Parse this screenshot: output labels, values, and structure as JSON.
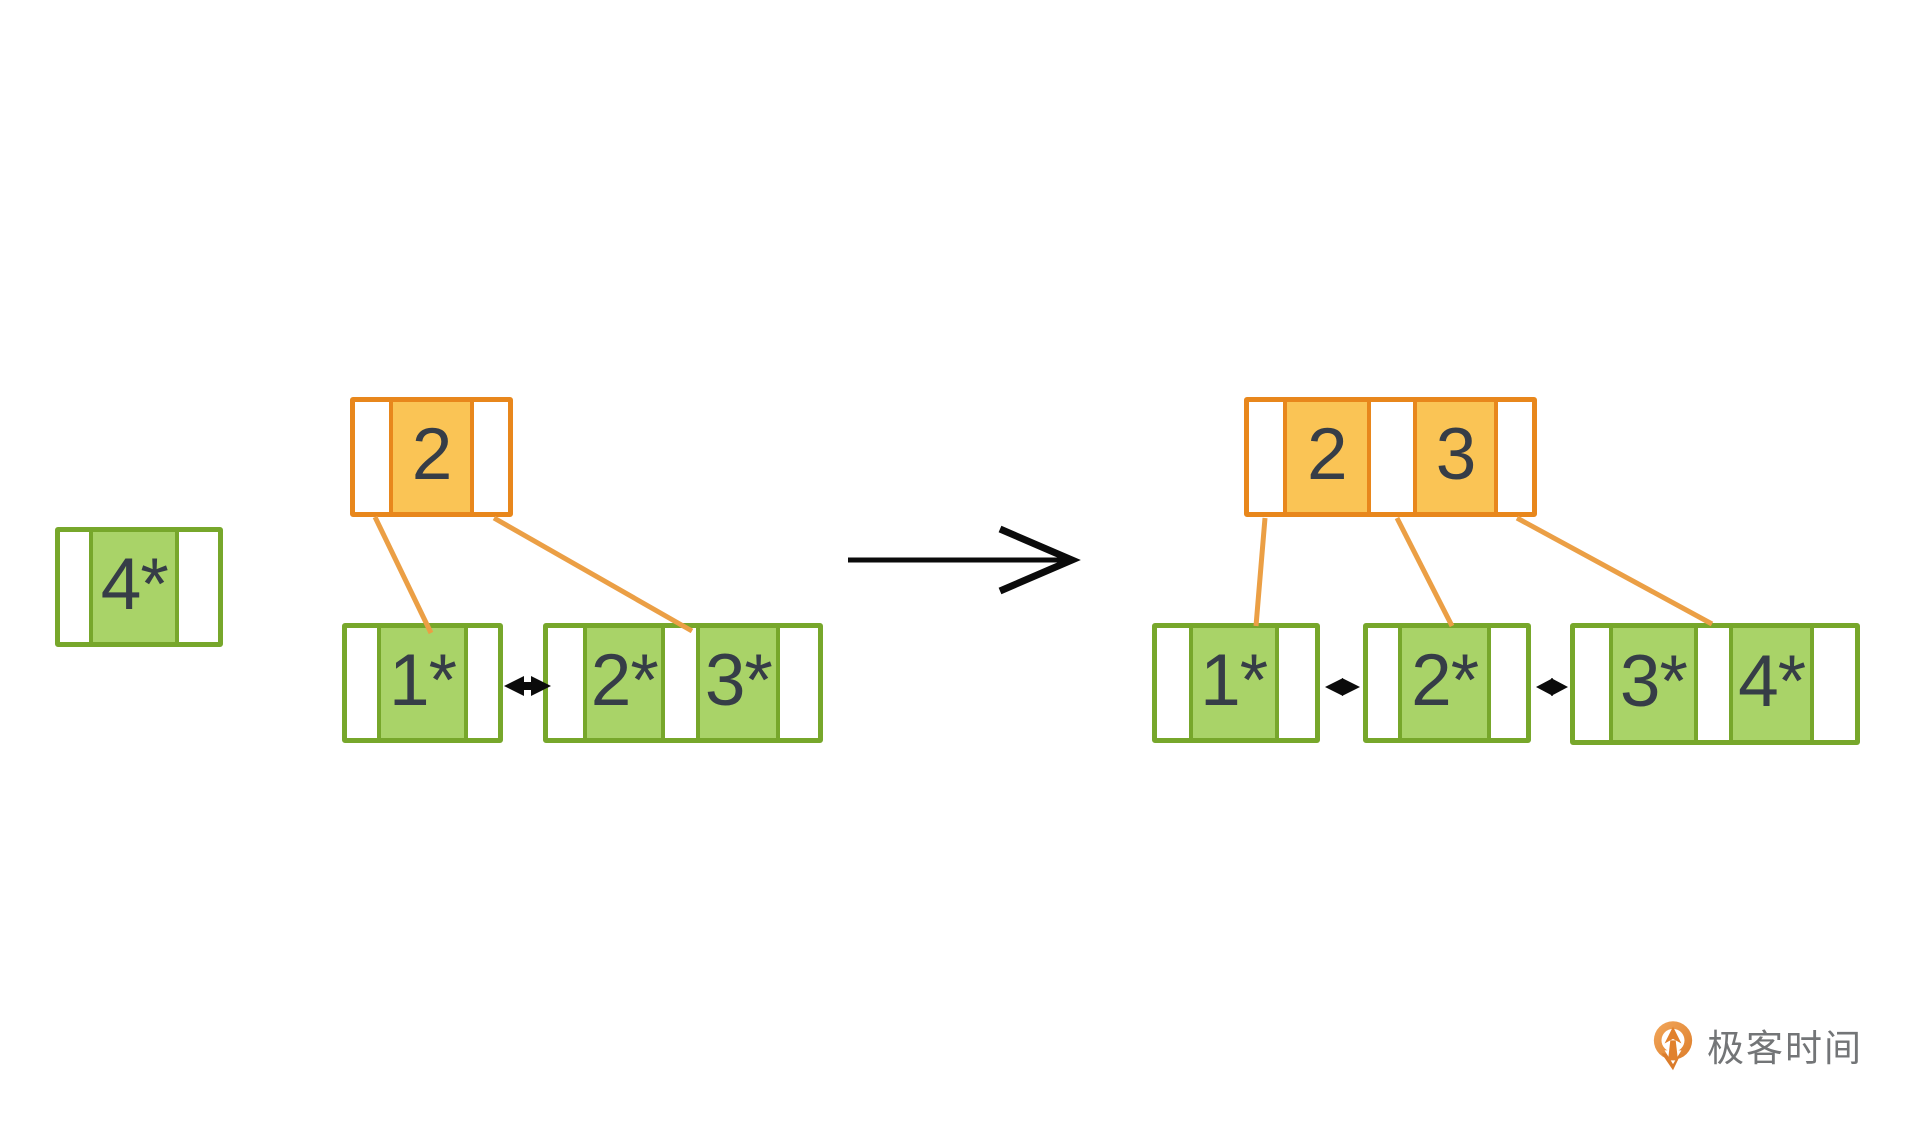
{
  "nodes": {
    "standalone": {
      "key1": "4*"
    },
    "before_root": {
      "key1": "2"
    },
    "before_leaf1": {
      "key1": "1*"
    },
    "before_leaf2": {
      "key1": "2*",
      "key2": "3*"
    },
    "after_root": {
      "key1": "2",
      "key2": "3"
    },
    "after_leaf1": {
      "key1": "1*"
    },
    "after_leaf2": {
      "key1": "2*"
    },
    "after_leaf3": {
      "key1": "3*",
      "key2": "4*"
    }
  },
  "colors": {
    "green_border": "#77a72b",
    "green_fill": "#a9d368",
    "orange_border": "#e8871c",
    "orange_fill": "#fac455",
    "connector_orange": "#eb9f45",
    "text_dark": "#363d47",
    "arrow_black": "#0b0b0b",
    "logo_orange": "#e88b35",
    "logo_text_gray": "#737577"
  },
  "logo": {
    "text": "极客时间"
  }
}
